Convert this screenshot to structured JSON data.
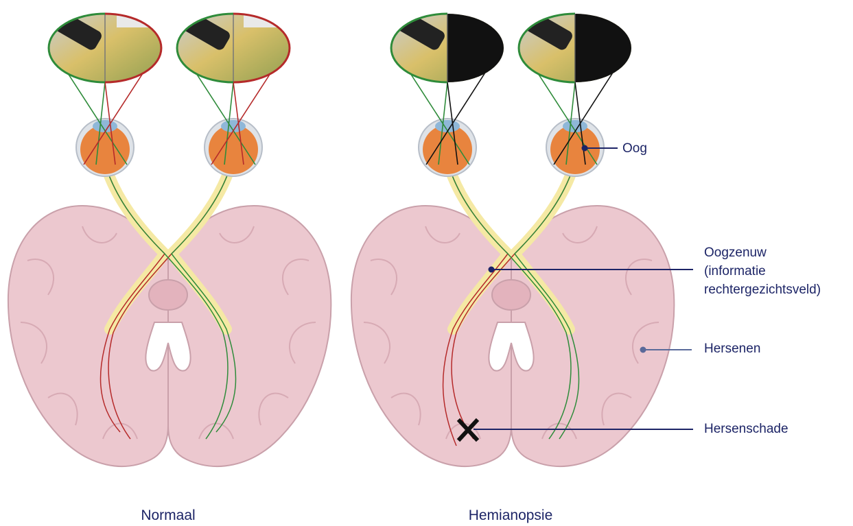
{
  "captions": {
    "normal": "Normaal",
    "hemianopia": "Hemianopsie"
  },
  "labels": {
    "eye": "Oog",
    "optic_nerve_line1": "Oogzenuw",
    "optic_nerve_line2": "(informatie",
    "optic_nerve_line3": "rechtergezichtsveld)",
    "brain": "Hersenen",
    "brain_damage": "Hersenschade"
  },
  "colors": {
    "brain_fill": "#ecc8cf",
    "brain_stroke": "#c9a0aa",
    "nerve_fill": "#f5e9a4",
    "eye_fill": "#e8843e",
    "left_field_line": "#2e8b3a",
    "right_field_line": "#b52a2a",
    "blind_field": "#111111",
    "callout": "#1c2466"
  },
  "icons": {
    "damage_marker": "cross-mark-icon"
  }
}
